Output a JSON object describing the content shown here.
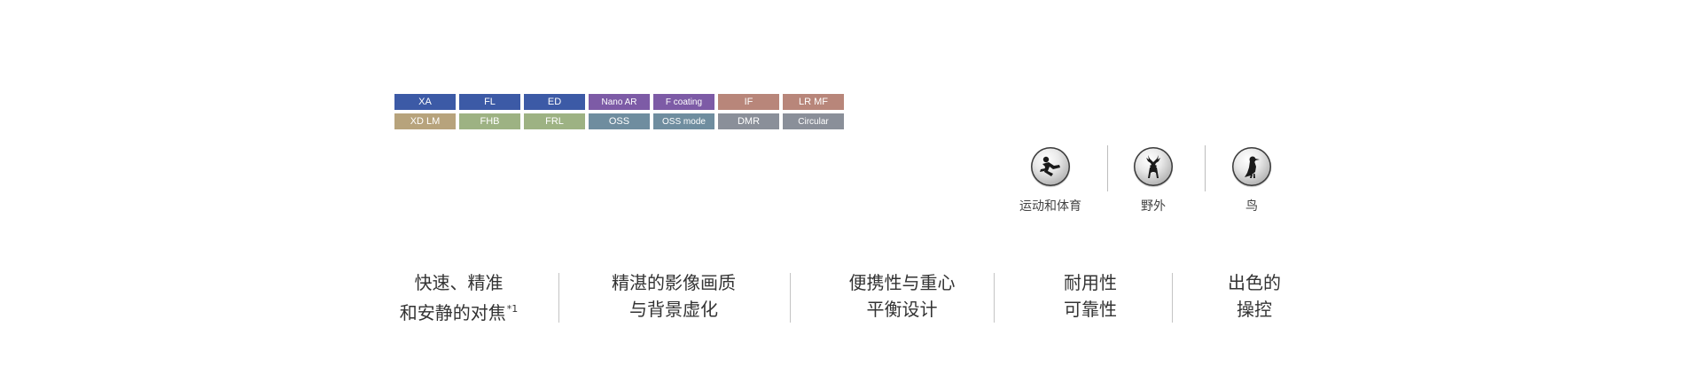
{
  "badges": [
    {
      "label": "XA",
      "color": "#3c5aa6"
    },
    {
      "label": "FL",
      "color": "#3c5aa6"
    },
    {
      "label": "ED",
      "color": "#3c5aa6"
    },
    {
      "label": "Nano AR",
      "color": "#7d5ba6"
    },
    {
      "label": "F coating",
      "color": "#7d5ba6"
    },
    {
      "label": "IF",
      "color": "#b8867a"
    },
    {
      "label": "LR MF",
      "color": "#b8867a"
    },
    {
      "label": "XD LM",
      "color": "#b7a37c"
    },
    {
      "label": "FHB",
      "color": "#9db283"
    },
    {
      "label": "FRL",
      "color": "#9db283"
    },
    {
      "label": "OSS",
      "color": "#6f8d9f"
    },
    {
      "label": "OSS mode",
      "color": "#6f8d9f"
    },
    {
      "label": "DMR",
      "color": "#8a8f99"
    },
    {
      "label": "Circular",
      "color": "#8a8f99"
    }
  ],
  "scenes": [
    {
      "label": "运动和体育",
      "icon": "sports-icon"
    },
    {
      "label": "野外",
      "icon": "deer-icon"
    },
    {
      "label": "鸟",
      "icon": "bird-icon"
    }
  ],
  "features": [
    {
      "line1": "快速、精准",
      "line2": "和安静的对焦",
      "note": "*1"
    },
    {
      "line1": "精湛的影像画质",
      "line2": "与背景虚化"
    },
    {
      "line1": "便携性与重心",
      "line2": "平衡设计"
    },
    {
      "line1": "耐用性",
      "line2": "可靠性"
    },
    {
      "line1": "出色的",
      "line2": "操控"
    }
  ]
}
